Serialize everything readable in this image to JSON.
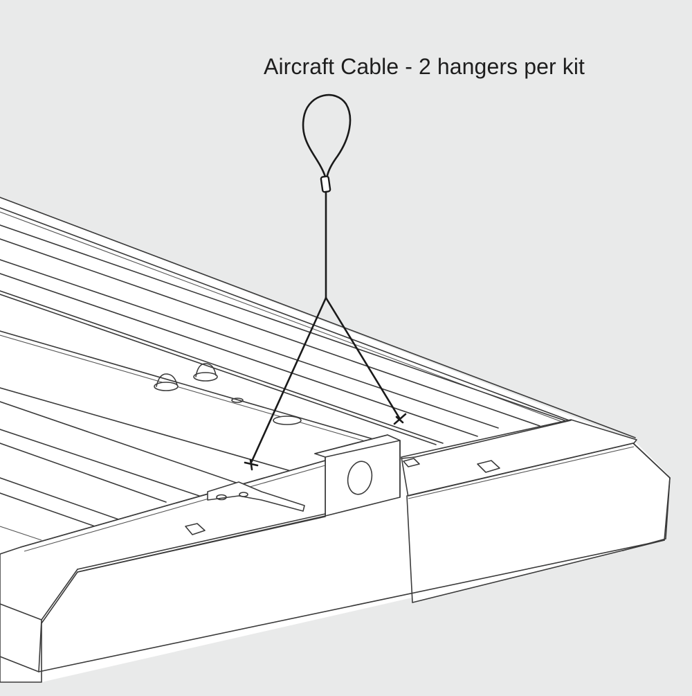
{
  "diagram": {
    "callout_label": "Aircraft Cable - 2 hangers per kit",
    "subject": "linear high bay light fixture",
    "components": [
      {
        "name": "aircraft-cable-loop",
        "label": ""
      },
      {
        "name": "cable-gripper",
        "label": ""
      },
      {
        "name": "y-split-cable",
        "label": ""
      },
      {
        "name": "hanger-anchor-left",
        "label": ""
      },
      {
        "name": "hanger-anchor-right",
        "label": ""
      },
      {
        "name": "center-junction-box",
        "label": ""
      },
      {
        "name": "knockout-hole",
        "label": ""
      }
    ]
  },
  "colors": {
    "background": "#e9eaea",
    "fixture_fill": "#ffffff",
    "linework": "#3a3a3a",
    "cable": "#1a1a1a",
    "text": "#1e1e1e"
  }
}
